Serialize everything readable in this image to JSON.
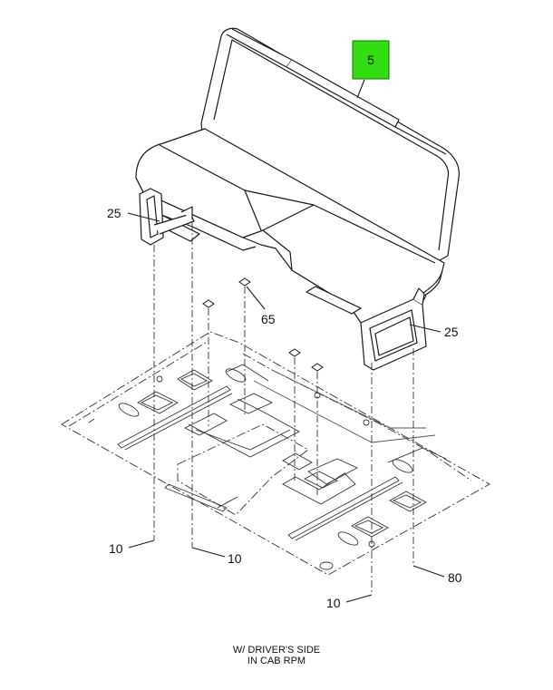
{
  "callouts": {
    "seat": "5",
    "riser_left": "25",
    "riser_right": "25",
    "fastener": "65",
    "bolt_left": "10",
    "bolt_mid": "10",
    "bolt_front": "10",
    "floor": "80"
  },
  "caption": {
    "line1": "W/ DRIVER'S SIDE",
    "line2": "IN CAB RPM"
  },
  "colors": {
    "highlight": "#33dd11",
    "line": "#222222"
  }
}
